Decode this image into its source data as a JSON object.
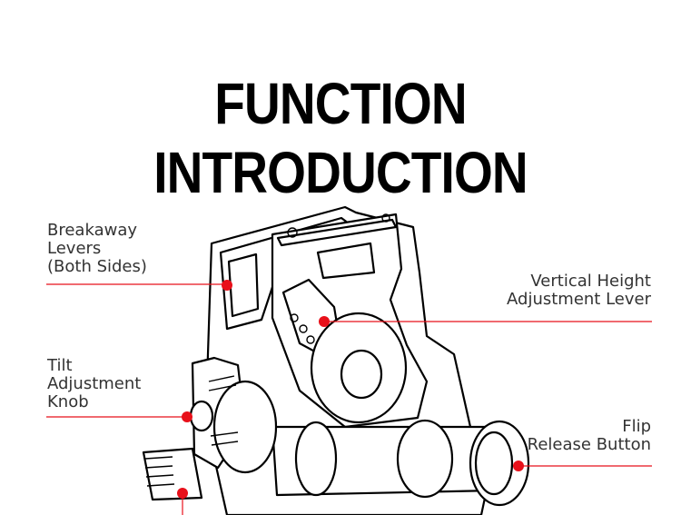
{
  "title": "FUNCTION INTRODUCTION",
  "callouts": {
    "breakaway": [
      "Breakaway",
      "Levers",
      "(Both Sides)"
    ],
    "tilt": [
      "Tilt",
      "Adjustment",
      "Knob"
    ],
    "vertical": [
      "Vertical Height",
      "Adjustment Lever"
    ],
    "flip": [
      "Flip",
      "Release Button"
    ]
  },
  "colors": {
    "marker": "#e8101a",
    "line": "#e8101a",
    "text": "#333333",
    "title": "#000000"
  }
}
